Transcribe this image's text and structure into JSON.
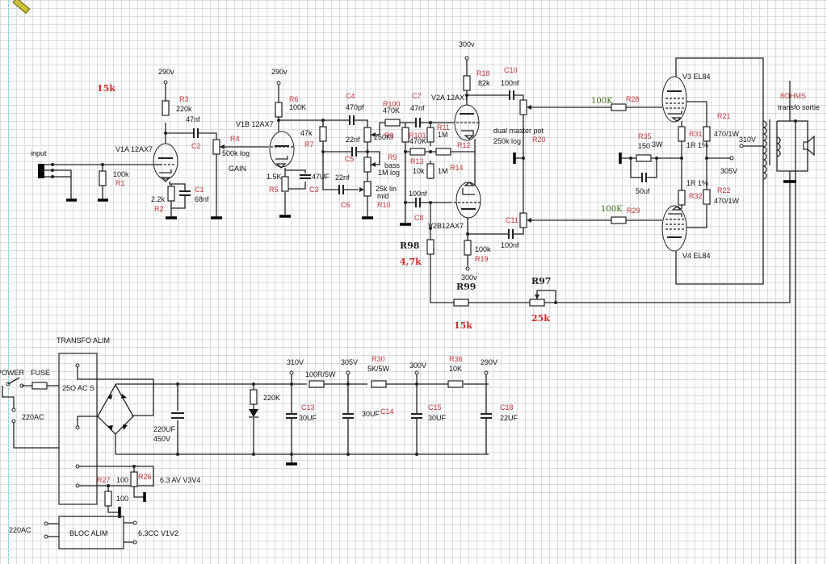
{
  "preamp": {
    "input_label": "input",
    "note_15k_top": "15k",
    "v1a": {
      "name": "V1A",
      "type": "12AX7",
      "supply": "290v"
    },
    "r1": {
      "ref": "R1",
      "value": "100k"
    },
    "r2": {
      "ref": "R2",
      "value": "2.2k"
    },
    "r3": {
      "ref": "R3",
      "value": "220k"
    },
    "c1": {
      "ref": "C1",
      "value": "68nf"
    },
    "c2": {
      "ref": "C2",
      "value": "47nf"
    },
    "r4": {
      "ref": "R4",
      "value": "500k log",
      "function": "GAIN"
    },
    "v1b": {
      "name": "V1B 12AX7",
      "supply": "290v"
    },
    "r5": {
      "ref": "R5",
      "value": "1.5K"
    },
    "r6": {
      "ref": "R6",
      "value": "100K"
    },
    "c3": {
      "ref": "C3",
      "value": "47UF"
    },
    "r7": {
      "ref": "R7",
      "value": "47k"
    },
    "c4": {
      "ref": "C4",
      "value": "470pf"
    },
    "c5": {
      "ref": "C5",
      "value": "22nf"
    },
    "c6": {
      "ref": "C6",
      "value": "22nf"
    },
    "r8": {
      "ref": "R8",
      "value": "250KI"
    },
    "r9": {
      "ref": "R9",
      "value_line1": "bass",
      "value_line2": "1M log"
    },
    "r10": {
      "ref": "R10",
      "value_line1": "25k lin",
      "value_line2": "mid"
    },
    "r100": {
      "ref": "R100",
      "value": "470K"
    },
    "r101": {
      "ref": "R101",
      "value": "470K"
    },
    "c7": {
      "ref": "C7",
      "value": "47nf"
    },
    "r11": {
      "ref": "R11",
      "value": "1M"
    },
    "r12": {
      "ref": "R12"
    },
    "r13": {
      "ref": "R13",
      "value": "10k"
    },
    "r14": {
      "ref": "R14",
      "value": "1M"
    },
    "c8": {
      "ref": "C8",
      "value": "100nf"
    }
  },
  "phase_inverter": {
    "v2a": {
      "name": "V2A 12AX7",
      "supply": "300v"
    },
    "v2b": {
      "name": "V2B12AX7",
      "supply": "300v"
    },
    "r18": {
      "ref": "R18",
      "value": "82k"
    },
    "r19": {
      "ref": "R19",
      "value": "100k"
    },
    "c10": {
      "ref": "C10",
      "value": "100nf"
    },
    "c11": {
      "ref": "C11",
      "value": "100nf"
    },
    "r20": {
      "ref": "R20",
      "line1": "dual master pot",
      "line2": "250k log"
    },
    "r98": {
      "ref": "R98",
      "value": "4,7k"
    },
    "r99": {
      "ref": "R99",
      "value": "15k"
    },
    "r97": {
      "ref": "R97",
      "value": "25k"
    }
  },
  "power_amp": {
    "v3": "V3 EL84",
    "v4": "V4 EL84",
    "r28": {
      "ref": "R28",
      "value": "100K"
    },
    "r29": {
      "ref": "R29",
      "value": "100K"
    },
    "r21": {
      "ref": "R21",
      "value": "470/1W"
    },
    "r22": {
      "ref": "R22",
      "value": "470/1W"
    },
    "r31": {
      "ref": "R31",
      "value": "1R 1%"
    },
    "r32": {
      "ref": "R32",
      "value": "1R 1%"
    },
    "r35": {
      "ref": "R35",
      "value": "150",
      "power": "3W"
    },
    "cathode_cap": "50uf",
    "v310": "310V",
    "v305": "305V",
    "speaker": "8OHMS",
    "output_transformer": "transfo sortie"
  },
  "power_supply": {
    "transformer": "TRANSFO ALIM",
    "secondary": "25O AC S",
    "power": "POWER",
    "fuse": "FUSE",
    "mains": "220AC",
    "reservoir_cap": {
      "value": "220UF",
      "voltage": "450V"
    },
    "led_resistor": "220K",
    "nodes": [
      "310V",
      "305V",
      "300V",
      "290V"
    ],
    "r30": {
      "ref": "R30",
      "value": "5K/5W"
    },
    "r_100": "100R/5W",
    "r36": {
      "ref": "R36",
      "value": "10K"
    },
    "c13": {
      "ref": "C13",
      "value": "30UF"
    },
    "c14": {
      "ref": "C14",
      "value": "30UF"
    },
    "c15": {
      "ref": "C15",
      "value": "30UF"
    },
    "c18": {
      "ref": "C18",
      "value": "22UF"
    },
    "r26": {
      "ref": "R26"
    },
    "r27": {
      "ref": "R27",
      "value": "100"
    },
    "r26_value": "100",
    "heater_ac": "6.3 AV V3V4",
    "bloc_alim": "BLOC ALIM",
    "bloc_in": "220AC",
    "heater_dc": "6.3CC V1V2"
  }
}
